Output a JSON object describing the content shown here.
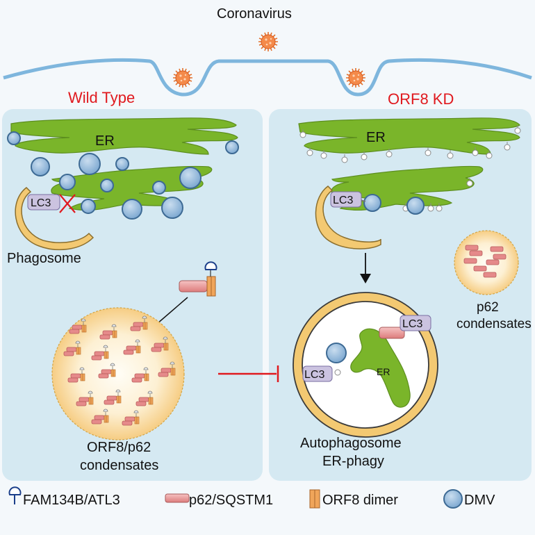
{
  "title": "Coronavirus",
  "panels": {
    "left": {
      "title": "Wild Type",
      "er_label": "ER",
      "lc3_label": "LC3",
      "phagosome_label": "Phagosome",
      "condensate_line1": "ORF8/p62",
      "condensate_line2": "condensates"
    },
    "right": {
      "title": "ORF8 KD",
      "er_label": "ER",
      "lc3_label": "LC3",
      "p62_line1": "p62",
      "p62_line2": "condensates",
      "autophago_lc3_top": "LC3",
      "autophago_lc3_left": "LC3",
      "autophago_er": "ER",
      "autophagosome_line1": "Autophagosome",
      "autophagosome_line2": "ER-phagy"
    }
  },
  "legend": [
    {
      "label": "FAM134B/ATL3",
      "icon": "fam134b-icon"
    },
    {
      "label": "p62/SQSTM1",
      "icon": "p62-icon"
    },
    {
      "label": "ORF8 dimer",
      "icon": "orf8-dimer-icon"
    },
    {
      "label": "DMV",
      "icon": "dmv-icon"
    }
  ],
  "colors": {
    "panel": "#d5e9f2",
    "membrane": "#7eb6dd",
    "er": "#7ab52a",
    "dmv": "#8fb6d9",
    "lc3": "#cbc3e0",
    "phagosome": "#f3c972",
    "p62": "#e58a8a",
    "orf8": "#f0a55a",
    "inhibit": "#e0191e"
  }
}
